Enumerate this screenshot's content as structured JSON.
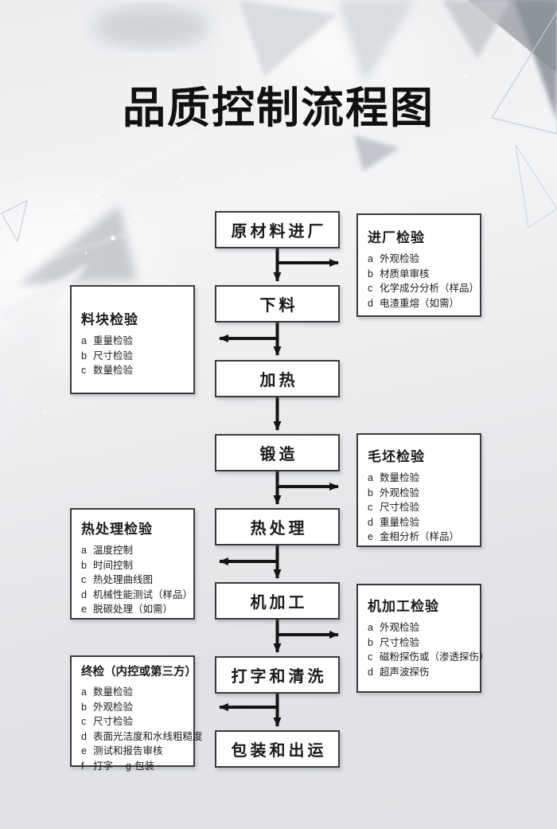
{
  "page": {
    "title": "品质控制流程图"
  },
  "colors": {
    "background": "#e3e5e8",
    "box_fill": "#ffffff",
    "box_border": "#3a3a3a",
    "arrow": "#141414",
    "text": "#1a1a1a"
  },
  "flow": {
    "steps": [
      {
        "label": "原材料进厂"
      },
      {
        "label": "下料"
      },
      {
        "label": "加热"
      },
      {
        "label": "锻造"
      },
      {
        "label": "热处理"
      },
      {
        "label": "机加工"
      },
      {
        "label": "打字和清洗"
      },
      {
        "label": "包装和出运"
      }
    ]
  },
  "inspections": [
    {
      "side": "right",
      "title": "进厂检验",
      "items": [
        {
          "key": "a",
          "text": "外观检验"
        },
        {
          "key": "b",
          "text": "材质单审核"
        },
        {
          "key": "c",
          "text": "化学成分分析（样品）"
        },
        {
          "key": "d",
          "text": "电渣重熔（如需）"
        }
      ]
    },
    {
      "side": "left",
      "title": "料块检验",
      "items": [
        {
          "key": "a",
          "text": "重量检验"
        },
        {
          "key": "b",
          "text": "尺寸检验"
        },
        {
          "key": "c",
          "text": "数量检验"
        }
      ]
    },
    {
      "side": "right",
      "title": "毛坯检验",
      "items": [
        {
          "key": "a",
          "text": "数量检验"
        },
        {
          "key": "b",
          "text": "外观检验"
        },
        {
          "key": "c",
          "text": "尺寸检验"
        },
        {
          "key": "d",
          "text": "重量检验"
        },
        {
          "key": "e",
          "text": "金相分析（样品）"
        }
      ]
    },
    {
      "side": "left",
      "title": "热处理检验",
      "items": [
        {
          "key": "a",
          "text": "温度控制"
        },
        {
          "key": "b",
          "text": "时间控制"
        },
        {
          "key": "c",
          "text": "热处理曲线图"
        },
        {
          "key": "d",
          "text": "机械性能测试（样品）"
        },
        {
          "key": "e",
          "text": "脱碳处理（如需）"
        }
      ]
    },
    {
      "side": "right",
      "title": "机加工检验",
      "items": [
        {
          "key": "a",
          "text": "外观检验"
        },
        {
          "key": "b",
          "text": "尺寸检验"
        },
        {
          "key": "c",
          "text": "磁粉探伤或（渗透探伤）"
        },
        {
          "key": "d",
          "text": "超声波探伤"
        }
      ]
    },
    {
      "side": "left",
      "title": "终检（内控或第三方）",
      "items": [
        {
          "key": "a",
          "text": "数量检验"
        },
        {
          "key": "b",
          "text": "外观检验"
        },
        {
          "key": "c",
          "text": "尺寸检验"
        },
        {
          "key": "d",
          "text": "表面光洁度和水线粗糙度"
        },
        {
          "key": "e",
          "text": "测试和报告审核"
        },
        {
          "key": "f",
          "text": "打字"
        },
        {
          "key": "g",
          "text": "包装"
        }
      ]
    }
  ]
}
